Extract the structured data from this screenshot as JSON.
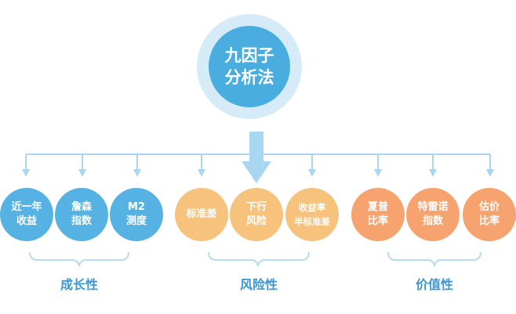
{
  "center": {
    "line1": "九因子",
    "line2": "分析法"
  },
  "groups": [
    {
      "label": "成长性",
      "color": "#3a96d3",
      "factors": [
        {
          "line1": "近一年",
          "line2": "收益"
        },
        {
          "line1": "詹森",
          "line2": "指数"
        },
        {
          "line1": "M2",
          "line2": "测度"
        }
      ]
    },
    {
      "label": "风险性",
      "color": "#3a96d3",
      "factors": [
        {
          "line1": "标准差",
          "line2": ""
        },
        {
          "line1": "下行",
          "line2": "风险"
        },
        {
          "line1": "收益率",
          "line2": "半标准差"
        }
      ]
    },
    {
      "label": "价值性",
      "color": "#3a96d3",
      "factors": [
        {
          "line1": "夏普",
          "line2": "比率"
        },
        {
          "line1": "特雷诺",
          "line2": "指数"
        },
        {
          "line1": "估价",
          "line2": "比率"
        }
      ]
    }
  ],
  "colors": {
    "center_outer": "#d5ebf8",
    "center_inner": "#49aedf",
    "connector": "#a9d7f1",
    "brace": "#b4dcf3",
    "growth_nodes": "#57b2e4",
    "risk_nodes": "#f6c27c",
    "value_nodes": "#f7a36f"
  }
}
